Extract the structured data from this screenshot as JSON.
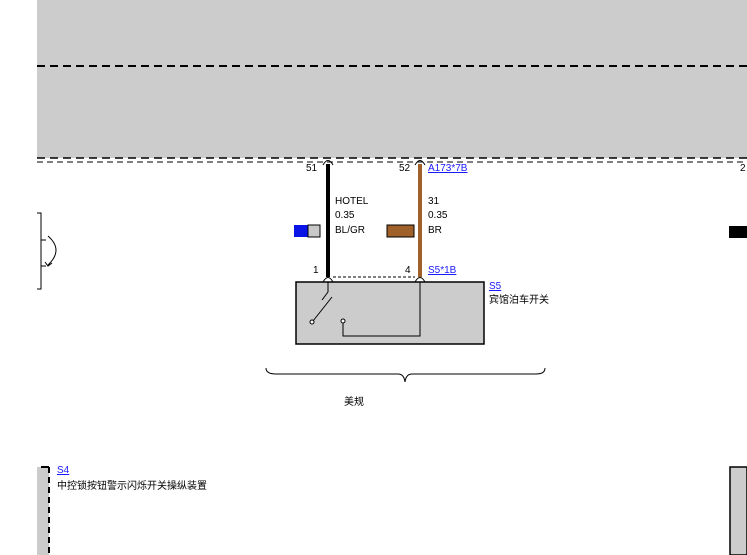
{
  "connector_top": {
    "pin_left": "51",
    "pin_right": "52",
    "ref": "A173*7B",
    "pin_far_right": "2"
  },
  "wires": {
    "left": {
      "circuit": "HOTEL",
      "gauge": "0.35",
      "color_code": "BL/GR",
      "swatch": [
        "#0a14e6",
        "#c8c8c8"
      ],
      "wire_color": "#000000"
    },
    "right": {
      "circuit": "31",
      "gauge": "0.35",
      "color_code": "BR",
      "swatch": [
        "#a0602a"
      ],
      "wire_color": "#a0602a"
    }
  },
  "connector_bottom": {
    "pin_left": "1",
    "pin_right": "4",
    "ref": "S5*1B"
  },
  "switch": {
    "id": "S5",
    "name": "宾馆泊车开关"
  },
  "variant_label": "美规",
  "component_bottom": {
    "id": "S4",
    "name": "中控锁按钮警示闪烁开关操纵装置"
  },
  "colors": {
    "component_fill": "#cccccc",
    "link": "#1a1aff"
  }
}
